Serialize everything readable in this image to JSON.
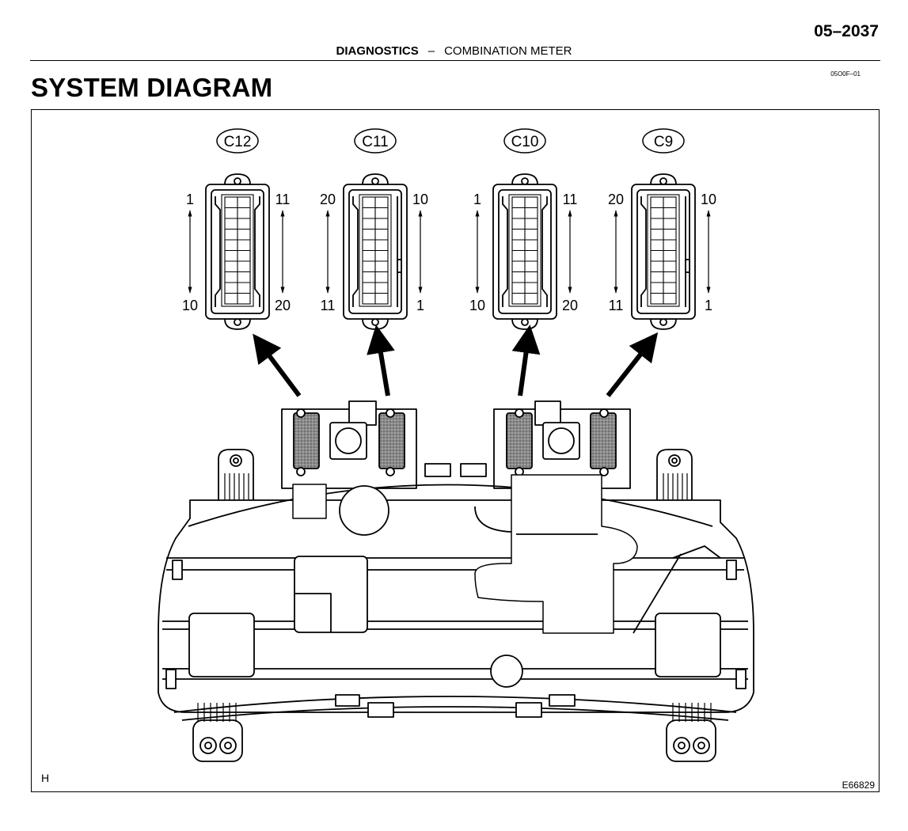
{
  "header": {
    "page_number": "05–2037",
    "section": "DIAGNOSTICS",
    "separator": "–",
    "subsection": "COMBINATION METER",
    "doc_code": "05O0F–01"
  },
  "title": "SYSTEM DIAGRAM",
  "figure": {
    "corner_letter": "H",
    "figure_id": "E66829",
    "connectors": [
      {
        "id": "C12",
        "pins": {
          "top_left": "1",
          "bottom_left": "10",
          "top_right": "11",
          "bottom_right": "20"
        }
      },
      {
        "id": "C11",
        "pins": {
          "top_left": "20",
          "bottom_left": "11",
          "top_right": "10",
          "bottom_right": "1"
        }
      },
      {
        "id": "C10",
        "pins": {
          "top_left": "1",
          "bottom_left": "10",
          "top_right": "11",
          "bottom_right": "20"
        }
      },
      {
        "id": "C9",
        "pins": {
          "top_left": "20",
          "bottom_left": "11",
          "top_right": "10",
          "bottom_right": "1"
        }
      }
    ]
  }
}
